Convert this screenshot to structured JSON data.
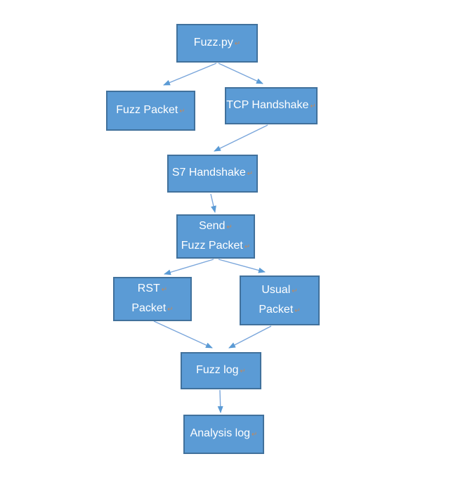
{
  "diagram": {
    "title_implicit": "Fuzzing flowchart",
    "return_mark": "↵",
    "colors": {
      "node_fill": "#5B9BD5",
      "node_border": "#41719C",
      "node_text": "#FFFFFF",
      "arrow_line": "#7AA6DB",
      "arrow_head": "#5B9BD5",
      "return_mark_color": "#BE8A60",
      "canvas_bg": "#FFFFFF"
    },
    "nodes": [
      {
        "id": "fuzz-py",
        "lines": [
          "Fuzz.py"
        ]
      },
      {
        "id": "fuzz-packet",
        "lines": [
          "Fuzz Packet"
        ]
      },
      {
        "id": "tcp-handshake",
        "lines": [
          "TCP Handshake"
        ]
      },
      {
        "id": "s7-handshake",
        "lines": [
          "S7 Handshake"
        ]
      },
      {
        "id": "send-fuzz-packet",
        "lines": [
          "Send",
          "Fuzz Packet"
        ]
      },
      {
        "id": "rst-packet",
        "lines": [
          "RST",
          "Packet"
        ]
      },
      {
        "id": "usual-packet",
        "lines": [
          "Usual",
          "Packet"
        ]
      },
      {
        "id": "fuzz-log",
        "lines": [
          "Fuzz log"
        ]
      },
      {
        "id": "analysis-log",
        "lines": [
          "Analysis log"
        ]
      }
    ],
    "edges": [
      {
        "from": "fuzz-py",
        "to": "fuzz-packet"
      },
      {
        "from": "fuzz-py",
        "to": "tcp-handshake"
      },
      {
        "from": "tcp-handshake",
        "to": "s7-handshake"
      },
      {
        "from": "s7-handshake",
        "to": "send-fuzz-packet"
      },
      {
        "from": "send-fuzz-packet",
        "to": "rst-packet"
      },
      {
        "from": "send-fuzz-packet",
        "to": "usual-packet"
      },
      {
        "from": "rst-packet",
        "to": "fuzz-log"
      },
      {
        "from": "usual-packet",
        "to": "fuzz-log"
      },
      {
        "from": "fuzz-log",
        "to": "analysis-log"
      }
    ]
  }
}
